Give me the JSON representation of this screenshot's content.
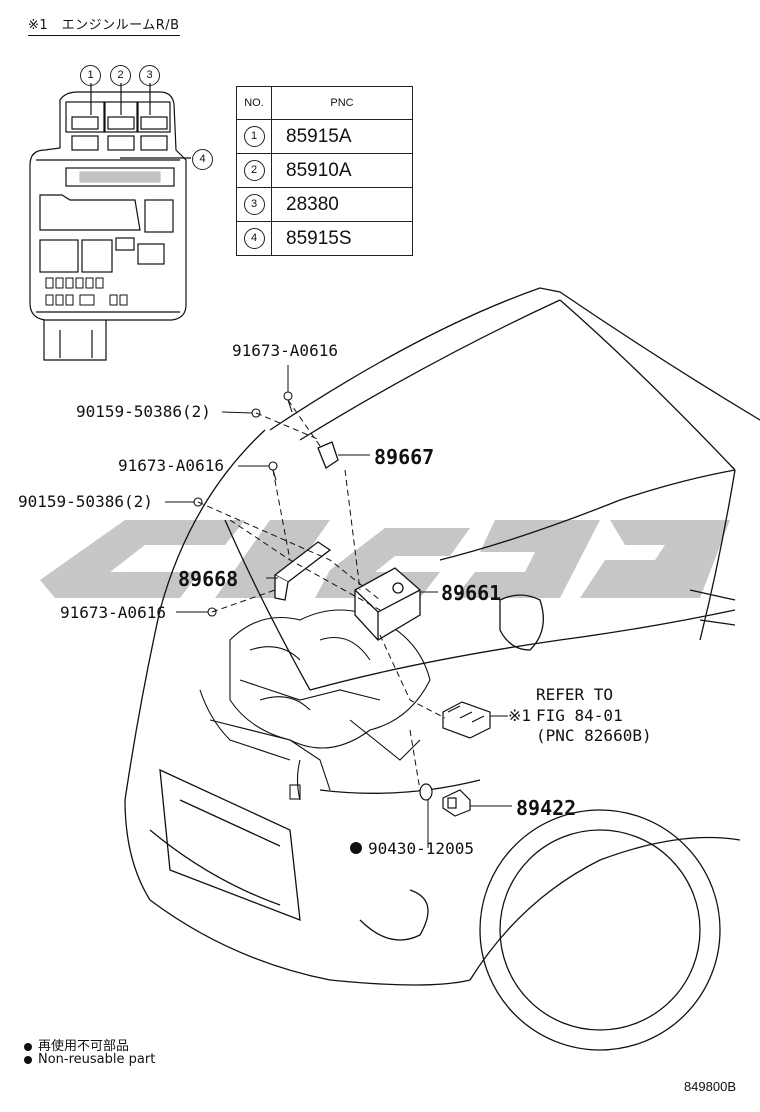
{
  "header": {
    "title": "※1　エンジンルームR/B"
  },
  "fuse_box": {
    "callouts": [
      "1",
      "2",
      "3",
      "4"
    ]
  },
  "pnc_table": {
    "col_no": "NO.",
    "col_pnc": "PNC",
    "rows": [
      {
        "no": "1",
        "pnc": "85915A"
      },
      {
        "no": "2",
        "pnc": "85910A"
      },
      {
        "no": "3",
        "pnc": "28380"
      },
      {
        "no": "4",
        "pnc": "85915S"
      }
    ]
  },
  "labels": {
    "bolt_top": "91673-A0616",
    "screw_1": "90159-50386(2)",
    "part_89667": "89667",
    "bolt_mid": "91673-A0616",
    "screw_2": "90159-50386(2)",
    "part_89668": "89668",
    "part_89661": "89661",
    "bolt_low": "91673-A0616",
    "refer_mark": "※1",
    "refer_line1": "REFER TO",
    "refer_line2": "FIG 84-01",
    "refer_line3": "(PNC 82660B)",
    "part_89422": "89422",
    "gasket": "90430-12005"
  },
  "legend": {
    "line_jp": "再使用不可部品",
    "line_en": "Non-reusable part"
  },
  "figure_code": "849800B"
}
